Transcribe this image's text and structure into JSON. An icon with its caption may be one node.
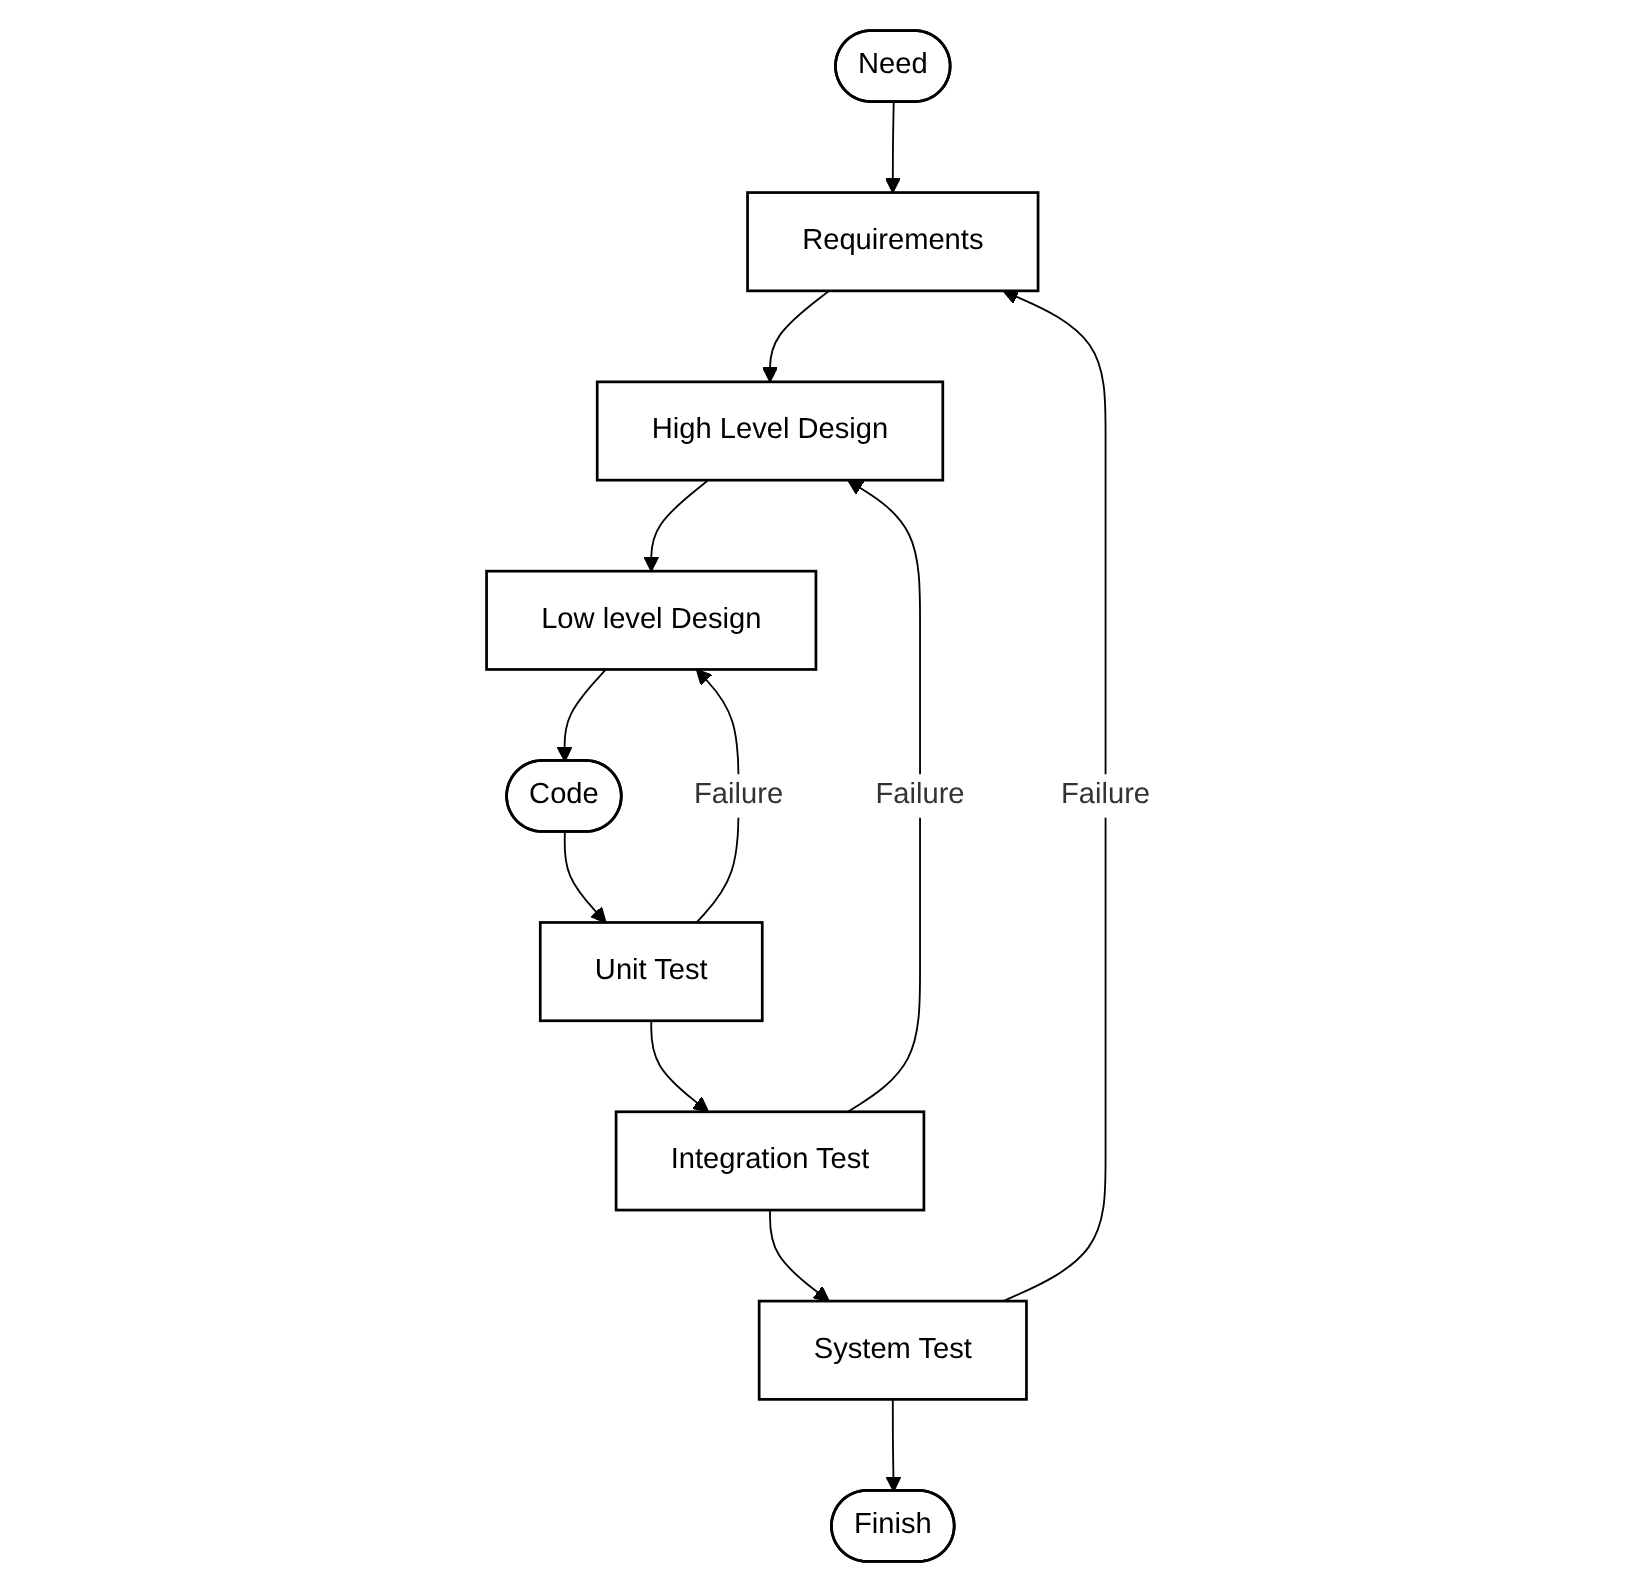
{
  "diagram": {
    "nodes": [
      {
        "text": [
          "Need"
        ]
      },
      {
        "text": [
          "Finish"
        ]
      },
      {
        "text": [
          "Requirements"
        ]
      },
      {
        "text": [
          "System Test"
        ]
      },
      {
        "text": [
          "High Level Design"
        ]
      },
      {
        "text": [
          "Integration Test"
        ]
      },
      {
        "text": [
          "Low level Design"
        ]
      },
      {
        "text": [
          "Unit Test"
        ]
      },
      {
        "text": [
          "Code"
        ]
      }
    ],
    "edges": [
      {
        "from": 0,
        "to": 2,
        "arrow": "to"
      },
      {
        "from": 2,
        "to": 4,
        "arrow": "to"
      },
      {
        "from": 4,
        "to": 6,
        "arrow": "to"
      },
      {
        "from": 6,
        "to": 8,
        "arrow": "to"
      },
      {
        "from": 8,
        "to": 7,
        "arrow": "to"
      },
      {
        "from": 7,
        "to": 5,
        "arrow": "to"
      },
      {
        "from": 5,
        "to": 3,
        "arrow": "to"
      },
      {
        "from": 3,
        "to": 1,
        "arrow": "to"
      },
      {
        "from": 3,
        "to": 2,
        "arrow": "to",
        "label": "Failure"
      },
      {
        "from": 5,
        "to": 4,
        "arrow": "to",
        "label": "Failure"
      },
      {
        "from": 7,
        "to": 6,
        "arrow": "to",
        "label": "Failure"
      }
    ]
  }
}
